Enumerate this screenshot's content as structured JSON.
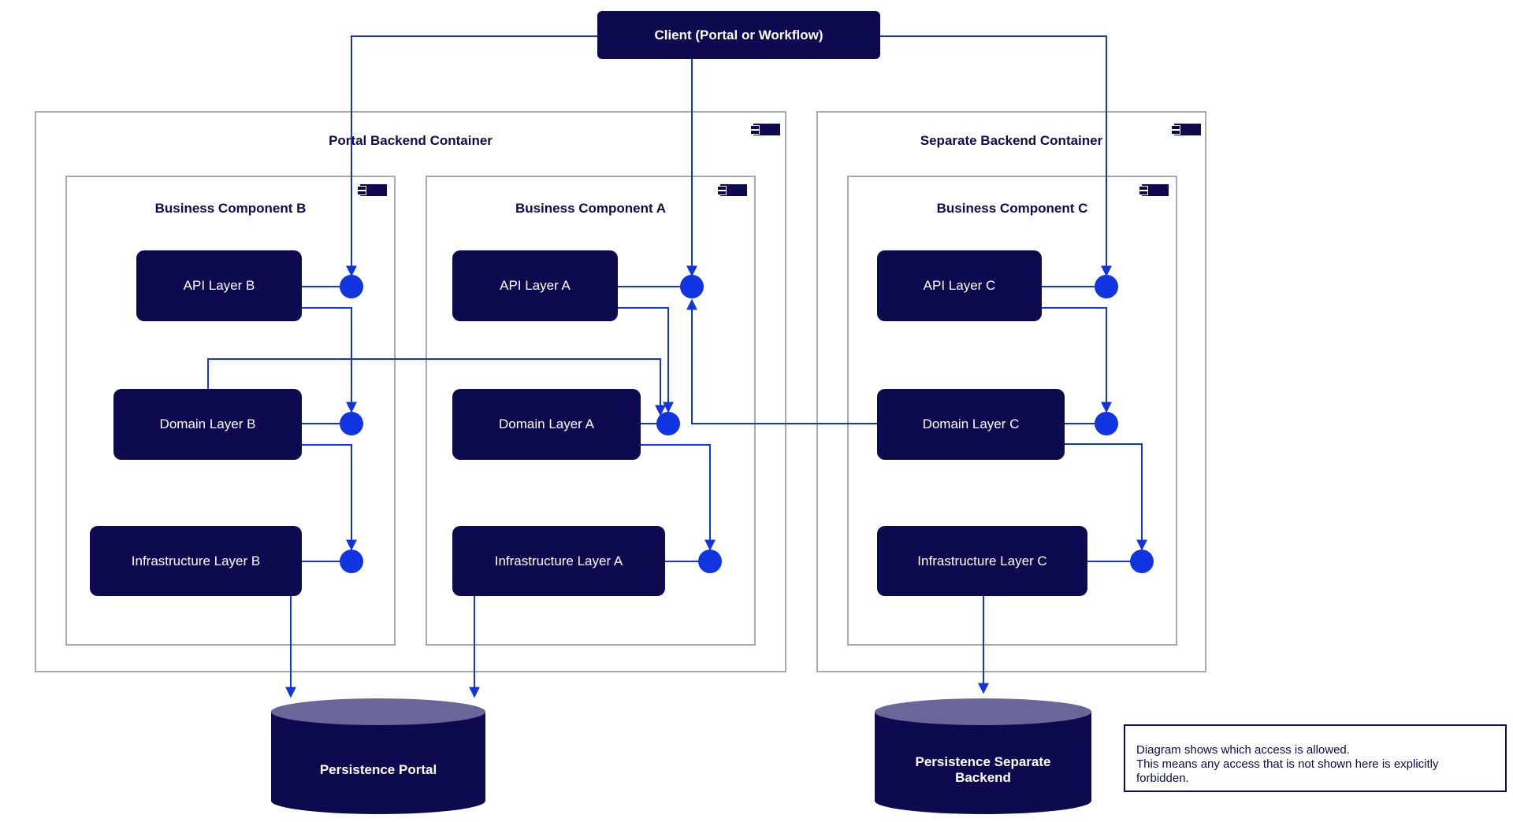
{
  "client": {
    "label": "Client (Portal or Workflow)"
  },
  "containers": {
    "portal": {
      "title": "Portal Backend Container"
    },
    "separate": {
      "title": "Separate Backend Container"
    }
  },
  "components": {
    "b": {
      "title": "Business Component B",
      "api": "API Layer B",
      "domain": "Domain Layer B",
      "infra": "Infrastructure Layer B"
    },
    "a": {
      "title": "Business Component A",
      "api": "API Layer A",
      "domain": "Domain Layer A",
      "infra": "Infrastructure Layer A"
    },
    "c": {
      "title": "Business Component C",
      "api": "API Layer C",
      "domain": "Domain Layer C",
      "infra": "Infrastructure Layer C"
    }
  },
  "persistence": {
    "portal": {
      "line1": "Persistence Portal",
      "line2": ""
    },
    "separate": {
      "line1": "Persistence Separate",
      "line2": "Backend"
    }
  },
  "note": {
    "line1": "Diagram shows which access is allowed.",
    "line2": "This means any access that is not shown here is explicitly forbidden."
  },
  "colors": {
    "node": "#0d0a4f",
    "connector": "#1034e0",
    "frame": "#a9a9a9",
    "cylinder_top": "#6b6699"
  }
}
